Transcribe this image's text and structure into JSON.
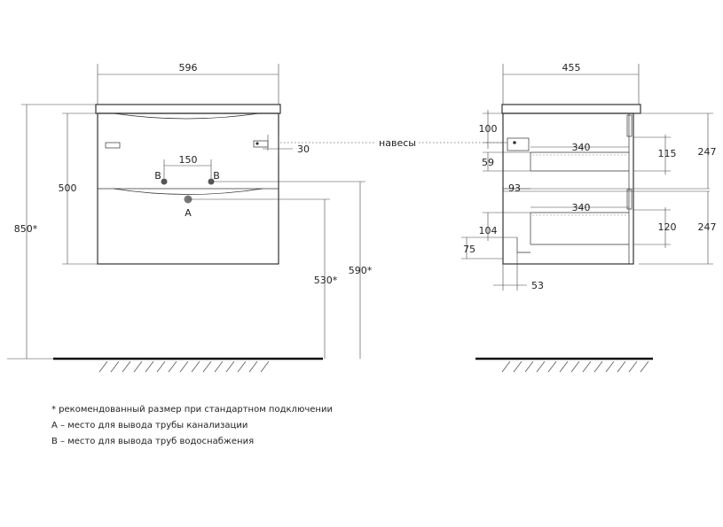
{
  "front_view": {
    "width": "596",
    "height_total": "850*",
    "height_cabinet": "500",
    "pipe_spacing": "150",
    "hinge_offset": "30",
    "drain_height": "530*",
    "water_height": "590*",
    "label_b_left": "B",
    "label_b_right": "B",
    "label_a": "A"
  },
  "side_view": {
    "depth": "455",
    "label_hinges": "навесы",
    "top_offset": "100",
    "upper_drawer_depth": "340",
    "lower_drawer_depth": "340",
    "upper_drawer_height": "115",
    "lower_drawer_height": "120",
    "upper_section": "247",
    "lower_section": "247",
    "dim_59": "59",
    "dim_93": "93",
    "dim_104": "104",
    "dim_75": "75",
    "dim_53": "53"
  },
  "notes": [
    "* рекомендованный размер при стандартном подключении",
    "A – место для вывода трубы канализации",
    "B – место для вывода труб водоснабжения"
  ]
}
